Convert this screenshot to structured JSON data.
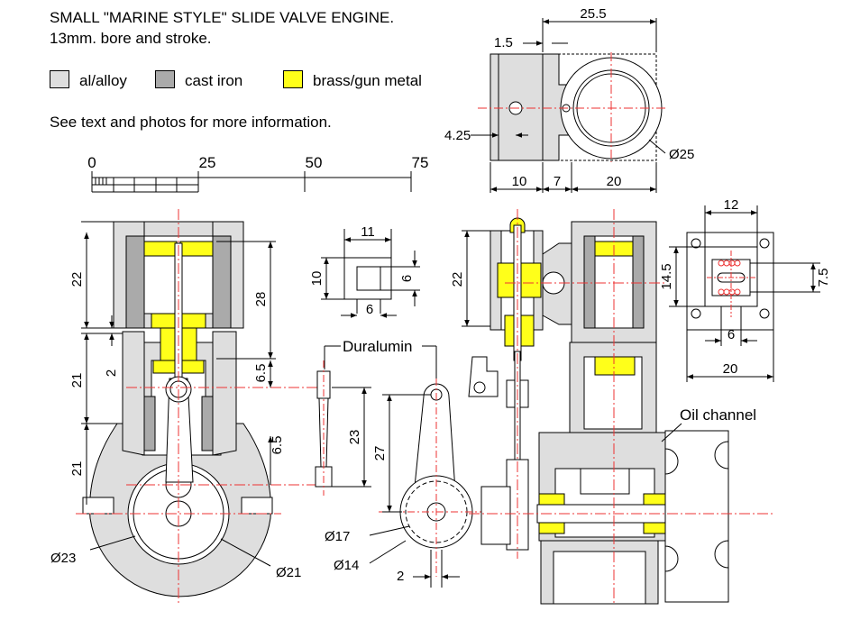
{
  "header": {
    "title": "SMALL \"MARINE STYLE\" SLIDE VALVE ENGINE.",
    "subtitle": "13mm. bore and stroke.",
    "note": "See text and photos for more information."
  },
  "legend": {
    "items": [
      {
        "label": "al/alloy",
        "color": "#dedede"
      },
      {
        "label": "cast iron",
        "color": "#aaaaaa"
      },
      {
        "label": "brass/gun metal",
        "color": "#ffff1a"
      }
    ]
  },
  "scale_bar": {
    "labels": [
      "0",
      "25",
      "50",
      "75"
    ]
  },
  "callouts": {
    "duralumin": "Duralumin",
    "oil_channel": "Oil channel"
  },
  "dimensions": {
    "top_25_5": "25.5",
    "top_1_5": "1.5",
    "top_4_25": "4.25",
    "top_d25": "Ø25",
    "top_10": "10",
    "top_7": "7",
    "top_20": "20",
    "left_22": "22",
    "left_28": "28",
    "left_21a": "21",
    "left_2": "2",
    "left_6_5a": "6.5",
    "left_21b": "21",
    "left_6_5b": "6.5",
    "left_d23": "Ø23",
    "left_d21": "Ø21",
    "sq_11": "11",
    "sq_10": "10",
    "sq_6a": "6",
    "sq_6b": "6",
    "rod_23": "23",
    "crank_27": "27",
    "crank_d17": "Ø17",
    "crank_d14": "Ø14",
    "crank_2": "2",
    "right_22": "22",
    "port_12": "12",
    "port_14_5": "14.5",
    "port_7_5": "7.5",
    "port_6": "6",
    "port_20": "20"
  }
}
